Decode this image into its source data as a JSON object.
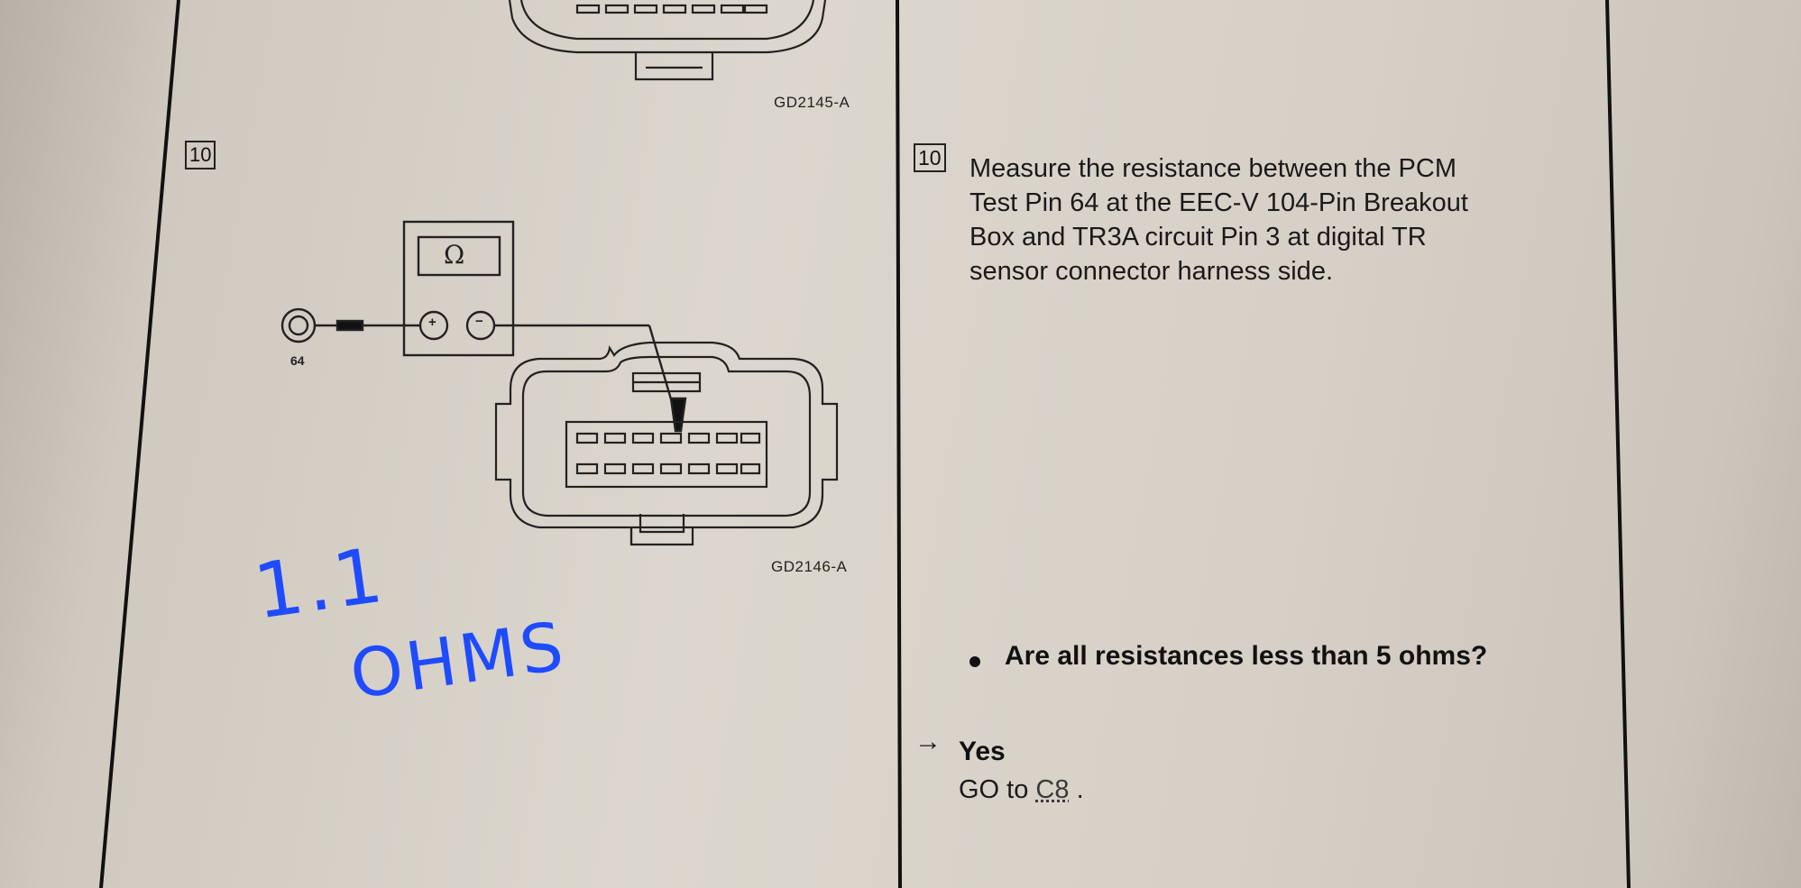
{
  "figures": {
    "top_caption": "GD2145-A",
    "bottom_caption": "GD2146-A",
    "step_label": "10",
    "meter_symbol": "Ω",
    "plus_symbol": "+",
    "minus_symbol": "−",
    "pin_label": "64"
  },
  "instruction": {
    "step_label": "10",
    "text": "Measure the resistance between the PCM\nTest Pin 64 at the EEC-V 104-Pin Breakout\nBox and TR3A circuit Pin 3 at digital TR\nsensor connector harness side.",
    "question": "Are all resistances less than 5 ohms?",
    "answer_arrow": "→",
    "answer": "Yes",
    "action_prefix": "GO to",
    "action_link": "C8",
    "action_suffix": "."
  },
  "handwriting": {
    "value": "1.1",
    "unit": "OHMS",
    "color": "#1f4bff"
  }
}
